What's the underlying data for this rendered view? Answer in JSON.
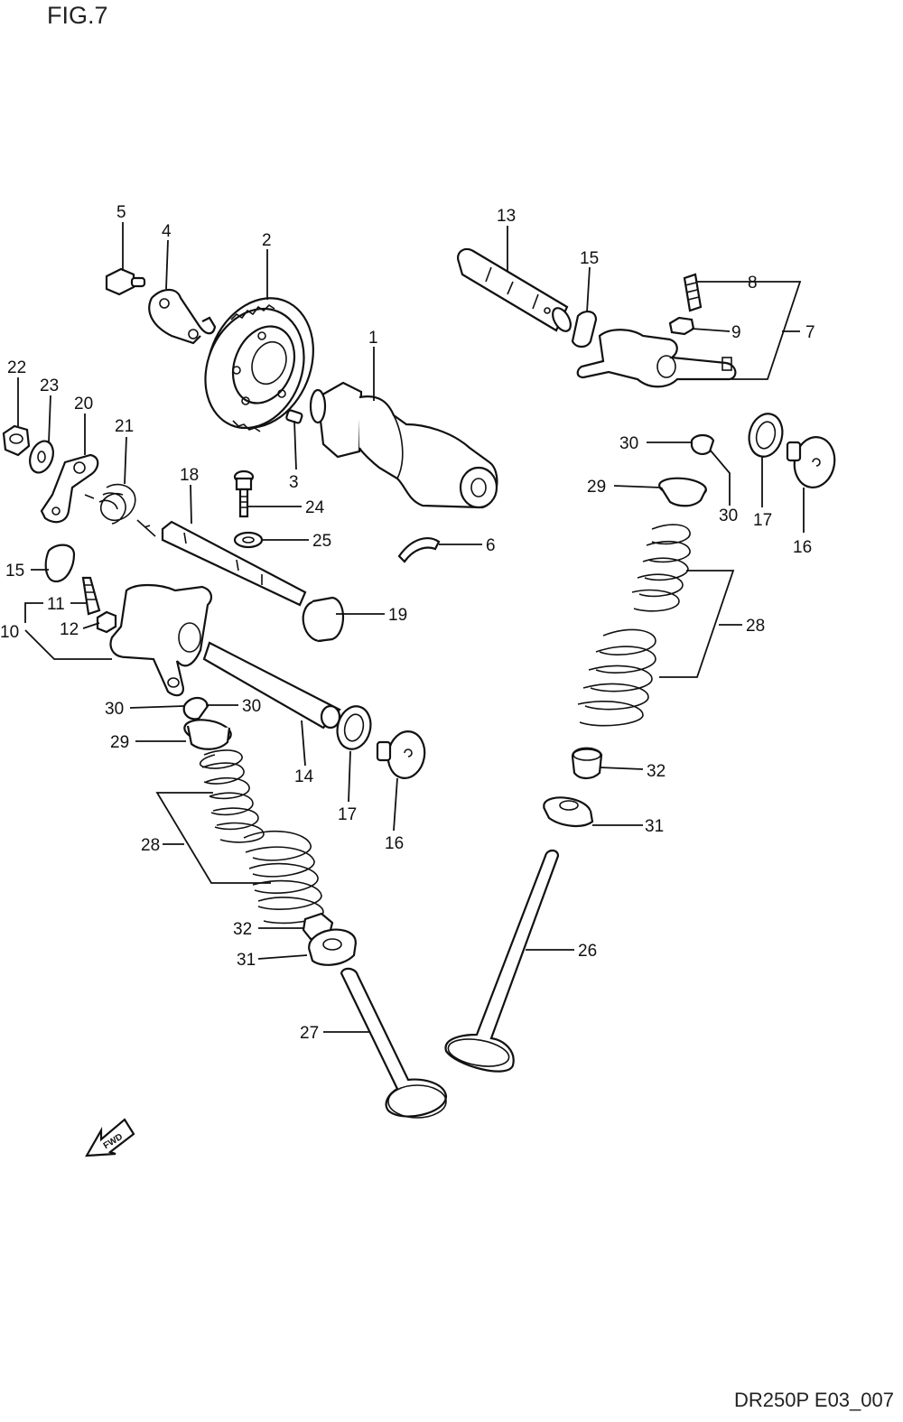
{
  "figure": {
    "title": "FIG.7",
    "code": "DR250P E03_007",
    "fwd_label": "FWD"
  },
  "callouts": {
    "c1": "1",
    "c2": "2",
    "c3": "3",
    "c4": "4",
    "c5": "5",
    "c6": "6",
    "c7": "7",
    "c8": "8",
    "c9": "9",
    "c10": "10",
    "c11": "11",
    "c12": "12",
    "c13": "13",
    "c14": "14",
    "c15a": "15",
    "c15b": "15",
    "c16a": "16",
    "c16b": "16",
    "c17a": "17",
    "c17b": "17",
    "c18": "18",
    "c19": "19",
    "c20": "20",
    "c21": "21",
    "c22": "22",
    "c23": "23",
    "c24": "24",
    "c25": "25",
    "c26": "26",
    "c27": "27",
    "c28a": "28",
    "c28b": "28",
    "c29a": "29",
    "c29b": "29",
    "c30a": "30",
    "c30b": "30",
    "c30c": "30",
    "c30d": "30",
    "c31a": "31",
    "c31b": "31",
    "c32a": "32",
    "c32b": "32"
  },
  "colors": {
    "line": "#111111",
    "background": "#ffffff"
  }
}
